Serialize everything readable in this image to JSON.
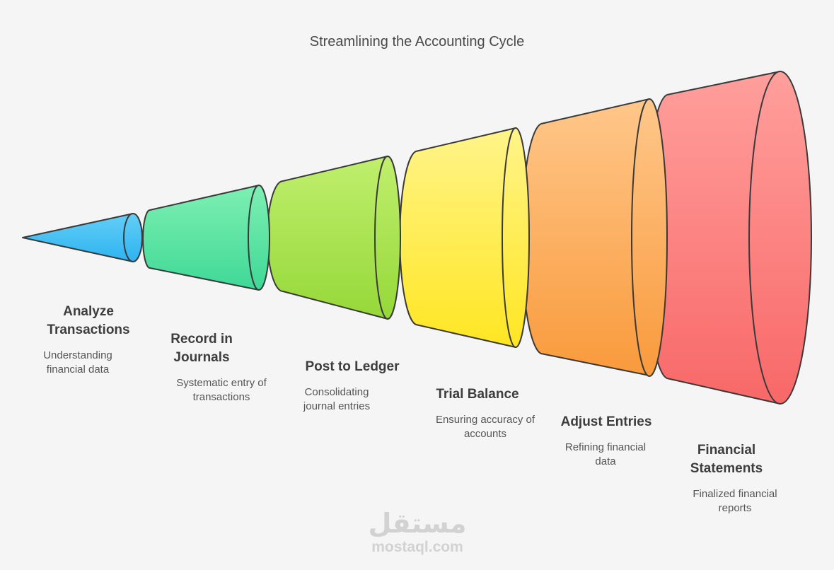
{
  "title": "Streamlining the Accounting Cycle",
  "steps": [
    {
      "title": "Analyze\nTransactions",
      "description": "Understanding\nfinancial data",
      "color_top": "#63cff7",
      "color_bottom": "#2eb3f0"
    },
    {
      "title": "Record in\nJournals",
      "description": "Systematic entry of\ntransactions",
      "color_top": "#7ef0b3",
      "color_bottom": "#3fd896"
    },
    {
      "title": "Post to Ledger",
      "description": "Consolidating\njournal entries",
      "color_top": "#c0ef6e",
      "color_bottom": "#95d838"
    },
    {
      "title": "Trial Balance",
      "description": "Ensuring accuracy of\naccounts",
      "color_top": "#fff48a",
      "color_bottom": "#ffe622"
    },
    {
      "title": "Adjust Entries",
      "description": "Refining financial\ndata",
      "color_top": "#ffc78a",
      "color_bottom": "#f99a3c"
    },
    {
      "title": "Financial\nStatements",
      "description": "Finalized financial\nreports",
      "color_top": "#ff9f9c",
      "color_bottom": "#f86868"
    }
  ],
  "watermark": {
    "arabic": "مستقل",
    "latin": "mostaql.com"
  }
}
